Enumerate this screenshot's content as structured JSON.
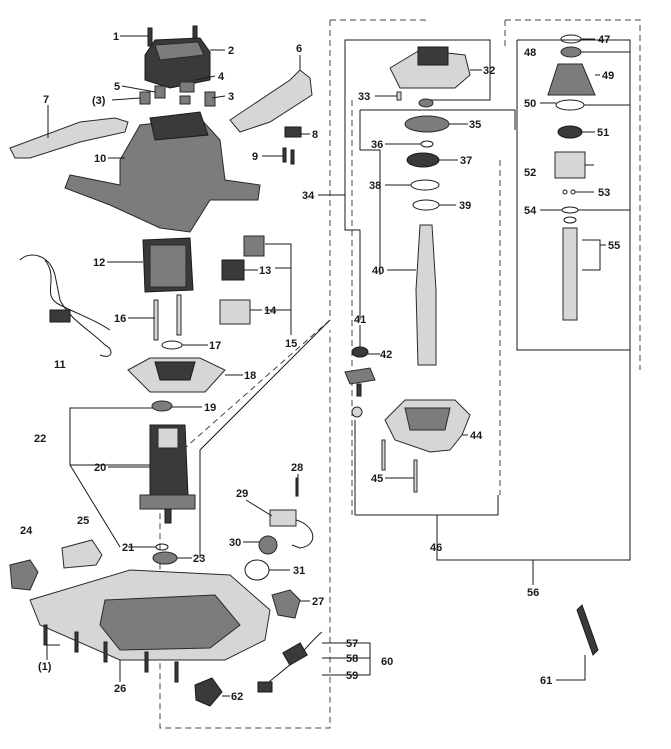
{
  "labels": {
    "l1": "1",
    "l2": "2",
    "l3": "3",
    "l3p": "(3)",
    "l4": "4",
    "l5": "5",
    "l6": "6",
    "l7": "7",
    "l8": "8",
    "l9": "9",
    "l10": "10",
    "l11": "11",
    "l12": "12",
    "l13": "13",
    "l14": "14",
    "l15": "15",
    "l16": "16",
    "l17": "17",
    "l18": "18",
    "l19": "19",
    "l20": "20",
    "l21": "21",
    "l22": "22",
    "l23": "23",
    "l24": "24",
    "l25": "25",
    "l26": "26",
    "l27": "27",
    "l28": "28",
    "l29": "29",
    "l30": "30",
    "l31": "31",
    "l32": "32",
    "l33": "33",
    "l34": "34",
    "l35": "35",
    "l36": "36",
    "l37": "37",
    "l38": "38",
    "l39": "39",
    "l40": "40",
    "l41": "41",
    "l42": "42",
    "l44": "44",
    "l45": "45",
    "l46": "46",
    "l47": "47",
    "l48": "48",
    "l49": "49",
    "l50": "50",
    "l51": "51",
    "l52": "52",
    "l53": "53",
    "l54": "54",
    "l55": "55",
    "l56": "56",
    "l57": "57",
    "l58": "58",
    "l59": "59",
    "l60": "60",
    "l61": "61",
    "l62": "62",
    "l1p": "(1)"
  }
}
